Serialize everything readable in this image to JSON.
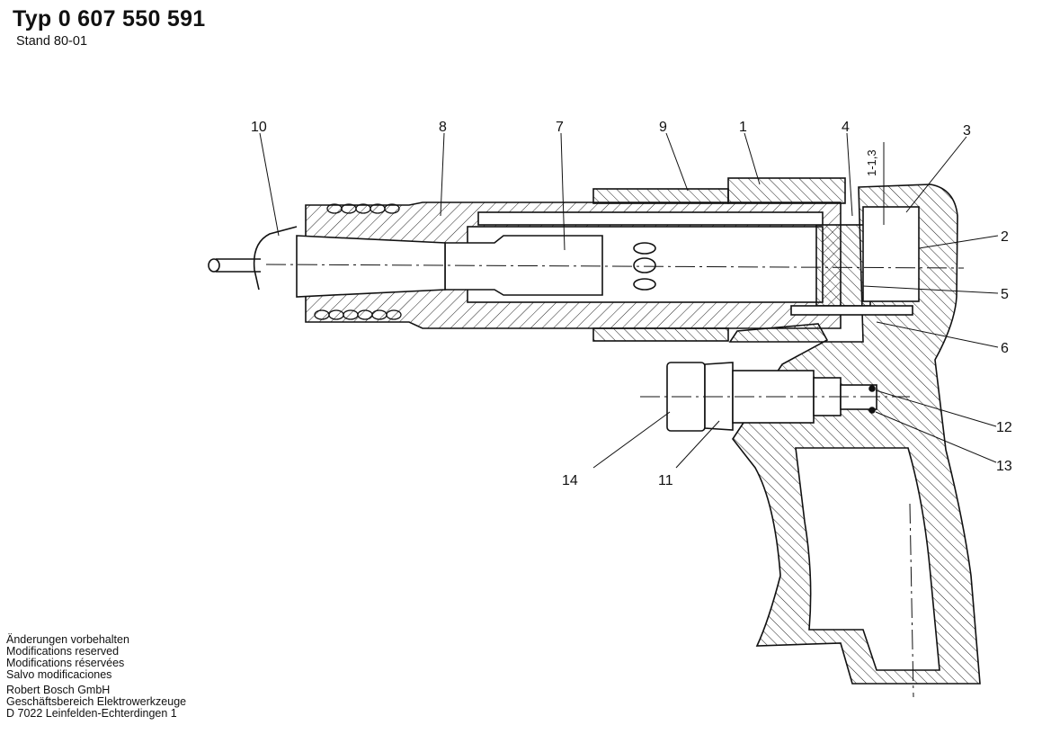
{
  "header": {
    "title": "Typ 0 607 550 591",
    "subtitle": "Stand 80-01"
  },
  "drawing": {
    "callouts": [
      "1",
      "2",
      "3",
      "4",
      "5",
      "6",
      "7",
      "8",
      "9",
      "10",
      "11",
      "12",
      "13",
      "14"
    ],
    "dimension_label": "1-1,3"
  },
  "footer": {
    "notices": [
      "Änderungen vorbehalten",
      "Modifications reserved",
      "Modifications réservées",
      "Salvo modificaciones"
    ],
    "company": [
      "Robert Bosch GmbH",
      "Geschäftsbereich Elektrowerkzeuge",
      "D 7022 Leinfelden-Echterdingen 1"
    ]
  }
}
